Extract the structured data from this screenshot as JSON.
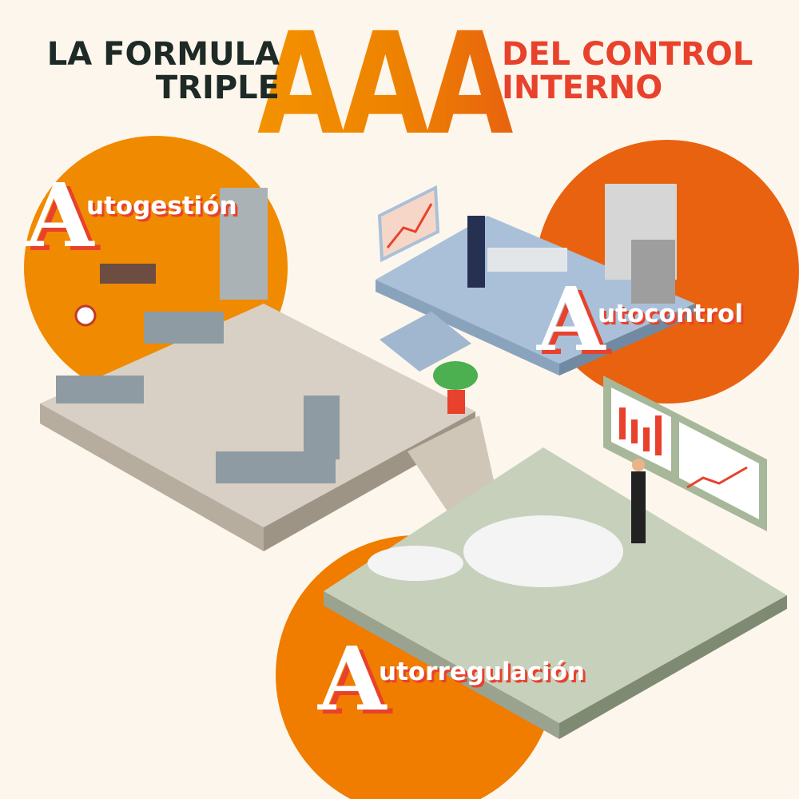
{
  "header": {
    "left_line1": "LA FORMULA",
    "left_line2": "TRIPLE",
    "center_letters": "AAA",
    "right_line1": "DEL CONTROL",
    "right_line2": "INTERNO"
  },
  "sections": [
    {
      "initial": "A",
      "rest": "utogestión",
      "color": "#f08a00"
    },
    {
      "initial": "A",
      "rest": "utocontrol",
      "color": "#e8620f"
    },
    {
      "initial": "A",
      "rest": "utorregulación",
      "color": "#f07c00"
    }
  ],
  "colors": {
    "dark": "#1d2a26",
    "red": "#e8412c",
    "orange1": "#f39200",
    "orange2": "#ee7f00",
    "orange3": "#e8620f"
  }
}
